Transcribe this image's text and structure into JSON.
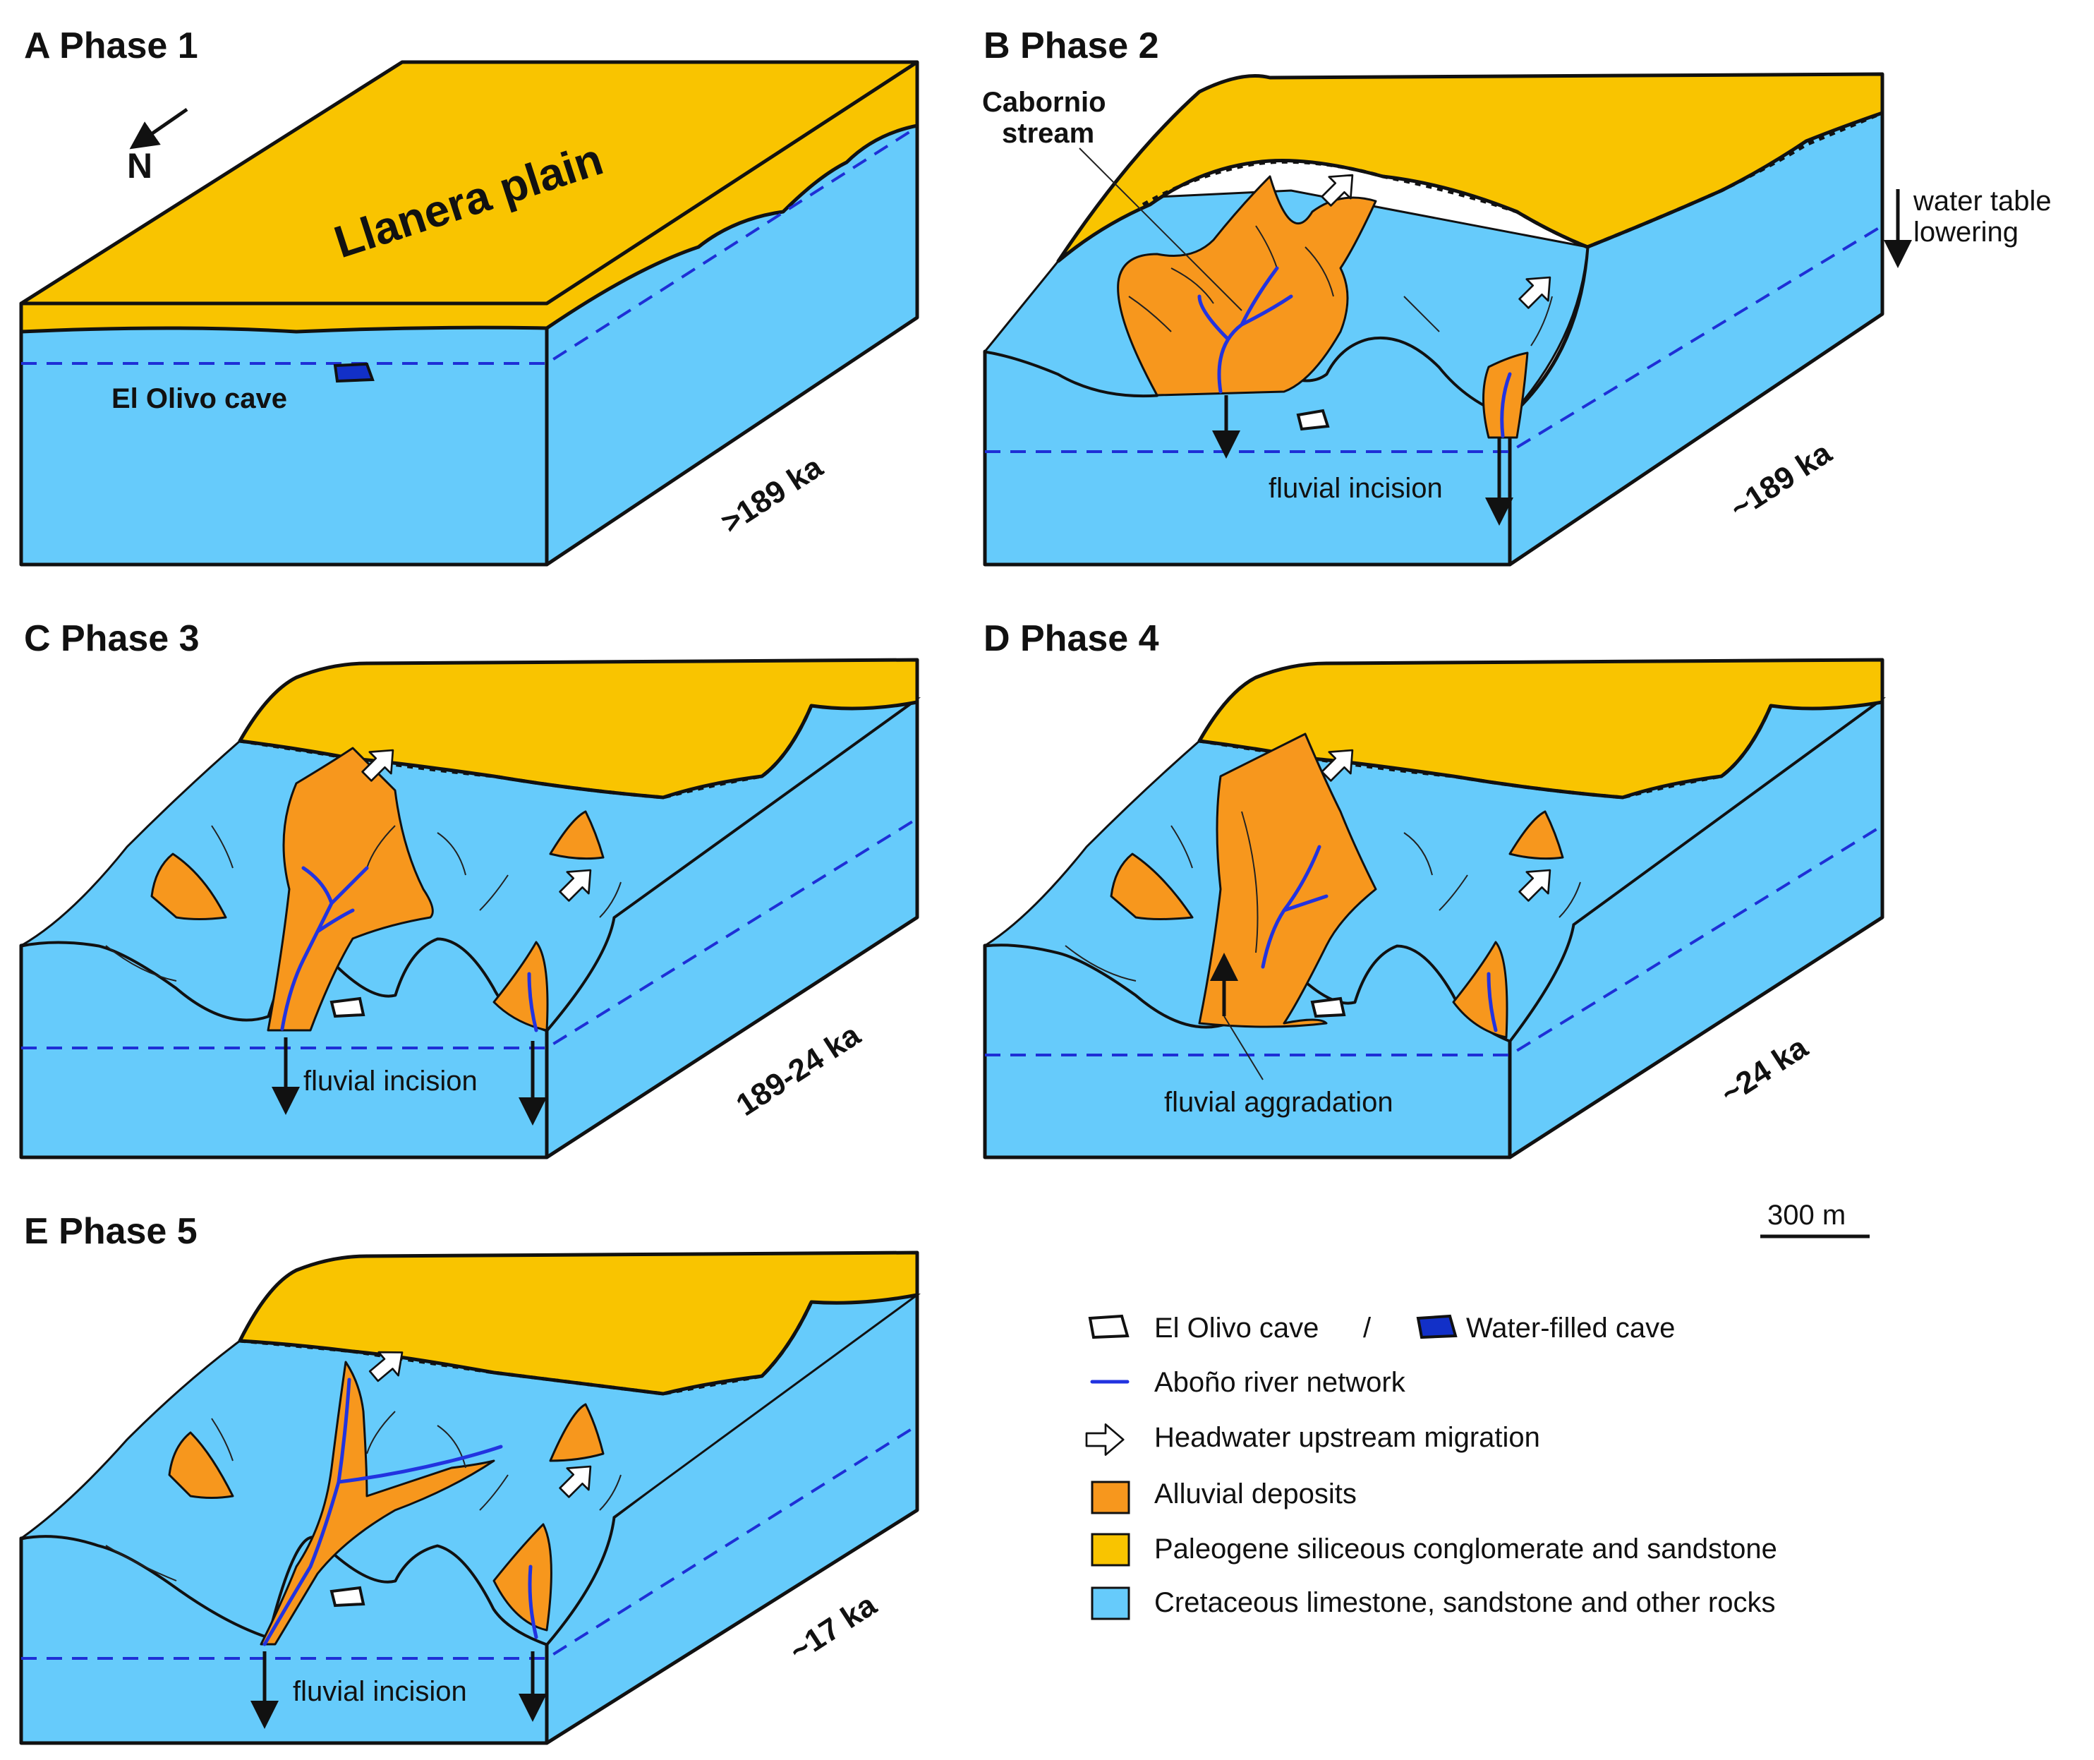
{
  "panels": {
    "a": {
      "title": "A Phase 1",
      "plain": "Llanera plain",
      "cave": "El Olivo cave",
      "north": "N",
      "age": ">189 ka"
    },
    "b": {
      "title": "B Phase 2",
      "stream_line1": "Cabornio",
      "stream_line2": "stream",
      "water_line1": "water table",
      "water_line2": "lowering",
      "process": "fluvial incision",
      "age": "~189 ka"
    },
    "c": {
      "title": "C Phase 3",
      "process": "fluvial incision",
      "age": "189-24 ka"
    },
    "d": {
      "title": "D Phase 4",
      "process": "fluvial aggradation",
      "age": "~24 ka"
    },
    "e": {
      "title": "E Phase 5",
      "process": "fluvial incision",
      "age": "~17 ka"
    }
  },
  "scale_bar": {
    "label": "300 m"
  },
  "legend": {
    "cave": "El Olivo cave",
    "separator": "/",
    "water_cave": "Water-filled cave",
    "river": "Aboño river network",
    "migration": "Headwater upstream migration",
    "alluvial": "Alluvial deposits",
    "paleogene": "Paleogene siliceous conglomerate and sandstone",
    "cretaceous": "Cretaceous limestone, sandstone and other rocks"
  },
  "colors": {
    "paleogene": "#f9c400",
    "cretaceous": "#66cbfb",
    "alluvial": "#f7971d",
    "river": "#2233e0",
    "water_table": "#1e2fd6"
  }
}
